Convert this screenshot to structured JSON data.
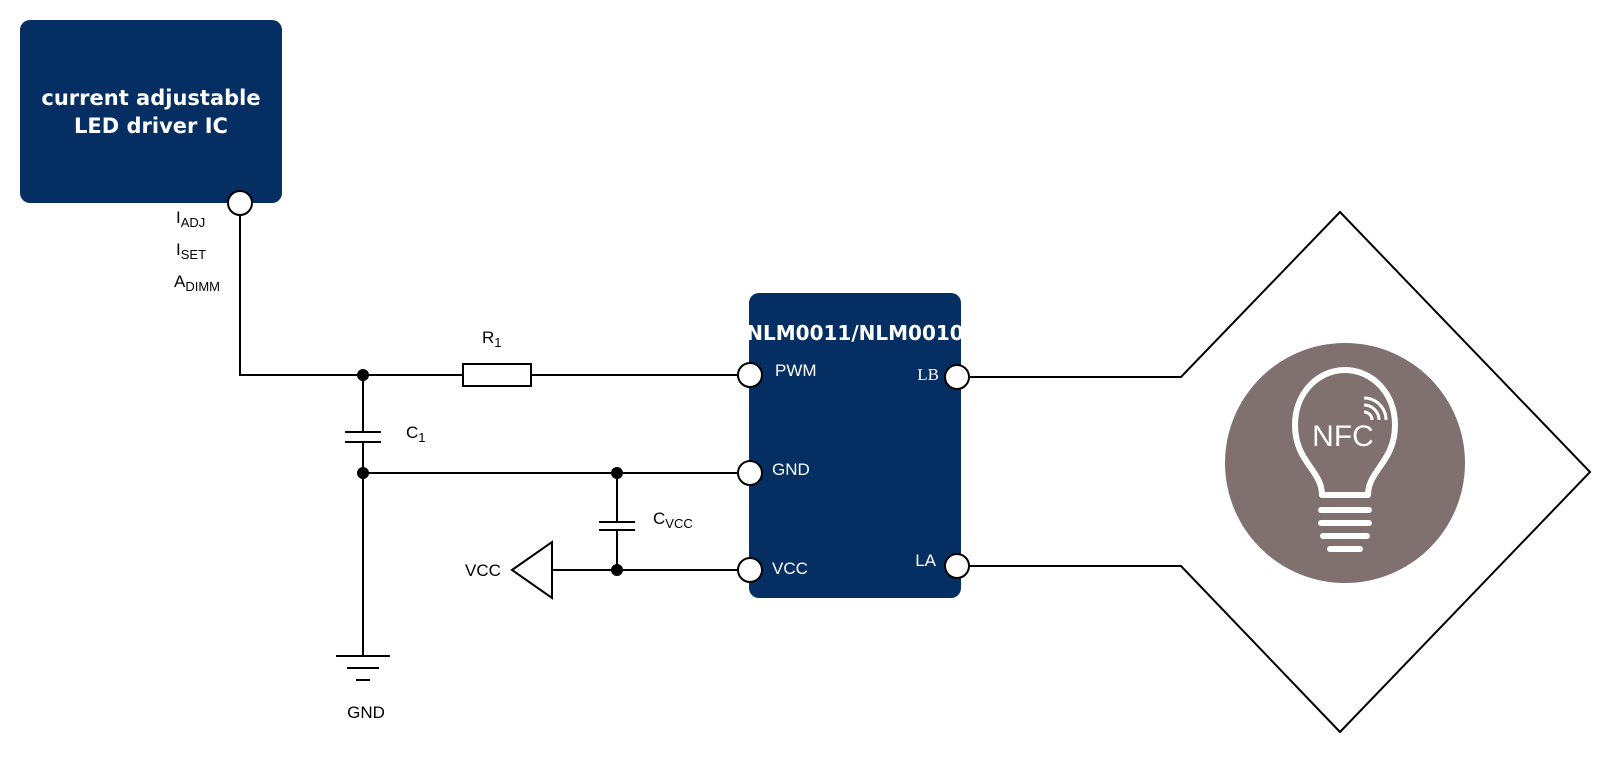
{
  "driver_block": {
    "line1": "current adjustable",
    "line2": "LED driver IC",
    "pin_labels": [
      {
        "main": "I",
        "sub": "ADJ"
      },
      {
        "main": "I",
        "sub": "SET"
      },
      {
        "main": "A",
        "sub": "DIMM"
      }
    ]
  },
  "nfc_chip": {
    "title": "NLM0011/NLM0010",
    "pins": {
      "pwm": "PWM",
      "gnd": "GND",
      "vcc": "VCC",
      "lb": "LB",
      "la": "LA"
    }
  },
  "components": {
    "r1": {
      "main": "R",
      "sub": "1"
    },
    "c1": {
      "main": "C",
      "sub": "1"
    },
    "cvcc": {
      "main": "C",
      "sub": "VCC"
    }
  },
  "power": {
    "vcc_label": "VCC",
    "gnd_label": "GND"
  },
  "nfc_icon": {
    "text": "NFC",
    "circle_color": "#80706f"
  },
  "colors": {
    "chip_fill": "#052e62"
  }
}
